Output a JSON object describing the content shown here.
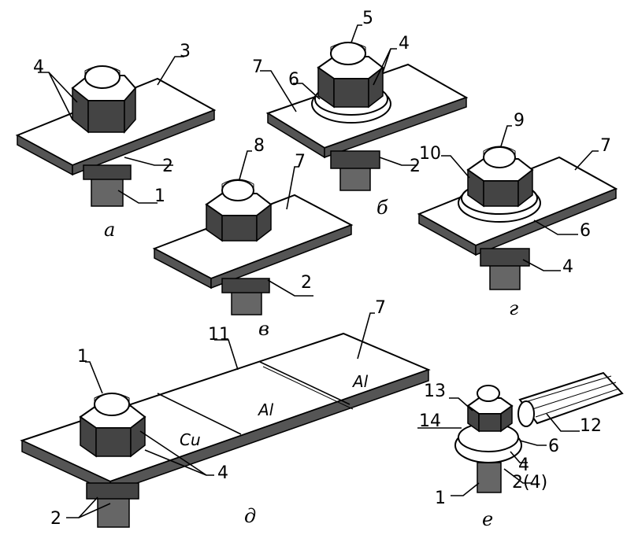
{
  "labels": {
    "a": {
      "caption": "а",
      "n4": "4",
      "n3": "3",
      "n2": "2",
      "n1": "1"
    },
    "b": {
      "caption": "б",
      "n5": "5",
      "n4": "4",
      "n7": "7",
      "n6": "6",
      "n2": "2"
    },
    "v": {
      "caption": "в",
      "n8": "8",
      "n7": "7",
      "n2": "2"
    },
    "g": {
      "caption": "г",
      "n9": "9",
      "n10": "10",
      "n7": "7",
      "n6": "6",
      "n4": "4"
    },
    "d": {
      "caption": "д",
      "n1": "1",
      "n11": "11",
      "n7": "7",
      "n4": "4",
      "n2": "2",
      "mat_cu": "Cu",
      "mat_al1": "Al",
      "mat_al2": "Al"
    },
    "e": {
      "caption": "е",
      "n13": "13",
      "n14": "14",
      "n12": "12",
      "n6": "6",
      "n4": "4",
      "n24": "2(4)",
      "n1": "1"
    }
  }
}
